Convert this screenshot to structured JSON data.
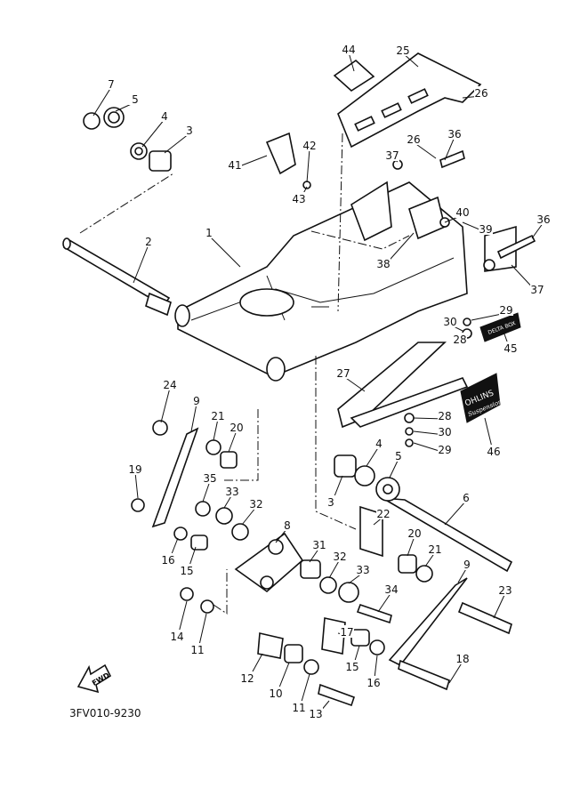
{
  "diagram": {
    "drawing_code": "3FV010-9230",
    "fwd_arrow_text": "FWD",
    "decal_45_text": "DELTA BOX",
    "decal_46_text": "OHLINS",
    "decal_46_subtext": "Suspension",
    "callouts": [
      "7",
      "5",
      "4",
      "3",
      "2",
      "1",
      "41",
      "42",
      "43",
      "44",
      "25",
      "26",
      "26",
      "36",
      "37",
      "40",
      "39",
      "36",
      "38",
      "37",
      "29",
      "30",
      "28",
      "45",
      "27",
      "28",
      "30",
      "29",
      "46",
      "24",
      "9",
      "21",
      "20",
      "19",
      "35",
      "33",
      "32",
      "4",
      "5",
      "3",
      "6",
      "22",
      "8",
      "31",
      "32",
      "33",
      "20",
      "21",
      "16",
      "15",
      "9",
      "23",
      "34",
      "14",
      "11",
      "17",
      "15",
      "16",
      "12",
      "10",
      "11",
      "13",
      "18"
    ]
  }
}
